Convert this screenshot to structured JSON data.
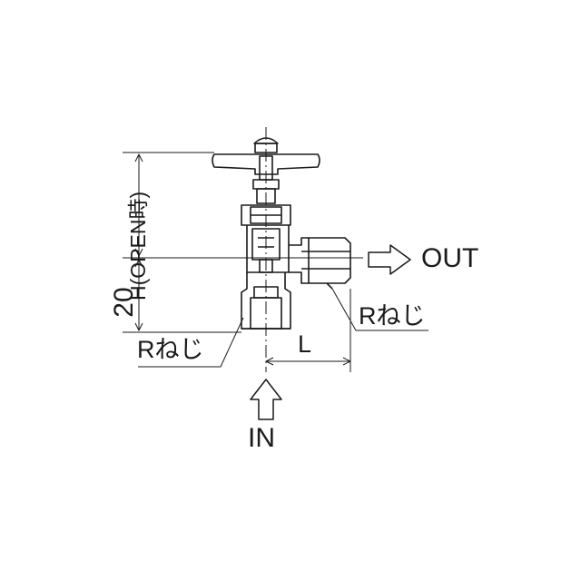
{
  "labels": {
    "out": "OUT",
    "in": "IN",
    "length": "L",
    "thread_right": "Rねじ",
    "thread_left": "Rねじ",
    "height": "H(OPEN時)",
    "dimension_20": "20"
  },
  "colors": {
    "line": "#1a1a1a",
    "background": "#ffffff"
  }
}
